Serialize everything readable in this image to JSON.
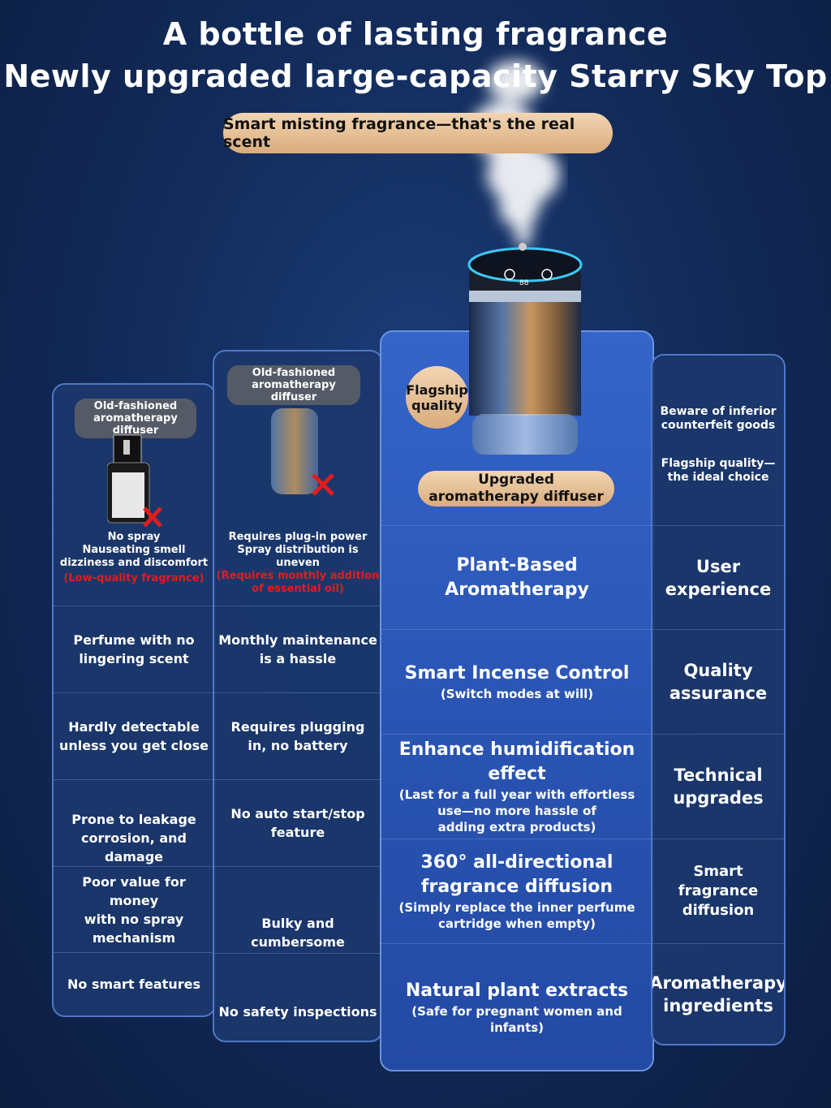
{
  "header": {
    "line1": "A bottle of lasting fragrance",
    "line2": "Newly upgraded large-capacity Starry Sky Top",
    "pill": "Smart misting fragrance—that's the real scent"
  },
  "col1": {
    "tag1": "Old-fashioned",
    "tag2": "aromatherapy diffuser",
    "desc": [
      "No spray",
      "Nauseating smell",
      "dizziness and discomfort"
    ],
    "red": "(Low-quality fragrance)",
    "rows": [
      [
        "Perfume with no",
        "lingering scent"
      ],
      [
        "Hardly detectable",
        "unless you get close"
      ],
      [
        "Prone to leakage",
        "corrosion, and damage"
      ],
      [
        "Poor value for money",
        "with no spray",
        "mechanism"
      ],
      [
        "No smart features"
      ]
    ]
  },
  "col2": {
    "tag1": "Old-fashioned",
    "tag2": "aromatherapy diffuser",
    "desc": [
      "Requires plug-in power",
      "Spray distribution is uneven"
    ],
    "red": [
      "(Requires monthly addition",
      "of essential oil)"
    ],
    "rows": [
      [
        "Monthly maintenance",
        "is a hassle"
      ],
      [
        "Requires plugging",
        "in, no battery"
      ],
      [
        "No auto start/stop",
        "feature"
      ],
      [
        "Bulky and cumbersome"
      ],
      [
        "No safety inspections"
      ]
    ]
  },
  "col3": {
    "badge": [
      "Flagship",
      "quality"
    ],
    "pill": [
      "Upgraded",
      "aromatherapy diffuser"
    ],
    "display": "88",
    "rows": [
      {
        "title": [
          "Plant-Based Aromatherapy"
        ],
        "sub": []
      },
      {
        "title": [
          "Smart Incense Control"
        ],
        "sub": [
          "(Switch modes at will)"
        ]
      },
      {
        "title": [
          "Enhance humidification",
          "effect"
        ],
        "sub": [
          "(Last for a full year with effortless",
          "use—no more hassle of",
          "adding extra products)"
        ]
      },
      {
        "title": [
          "360° all-directional",
          "fragrance diffusion"
        ],
        "sub": [
          "(Simply replace the inner perfume",
          "cartridge when empty)"
        ]
      },
      {
        "title": [
          "Natural plant extracts"
        ],
        "sub": [
          "(Safe for pregnant women and infants)"
        ]
      }
    ]
  },
  "col4": {
    "top": [
      [
        "Beware of inferior",
        "counterfeit goods"
      ],
      [
        "Flagship quality—",
        "the ideal choice"
      ]
    ],
    "rows": [
      [
        "User",
        "experience"
      ],
      [
        "Quality",
        "assurance"
      ],
      [
        "Technical",
        "upgrades"
      ],
      [
        "Smart fragrance",
        "diffusion"
      ],
      [
        "Aromatherapy",
        "ingredients"
      ]
    ]
  },
  "colors": {
    "accent_pill": "#e6c092",
    "marker_red": "#e11d1d",
    "highlight_column": "#2f5cc0"
  }
}
